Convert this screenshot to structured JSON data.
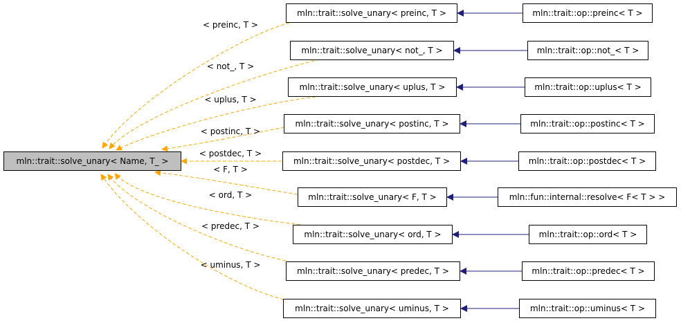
{
  "diagram": {
    "root": {
      "label": "mln::trait::solve_unary< Name, T_ >"
    },
    "colors": {
      "inherit_edge": "#f4a900",
      "inherit_arrowhead": "#ffa500",
      "use_edge": "#1f1f7a",
      "root_fill": "#bfbfbf"
    },
    "rows": [
      {
        "edge_label": "< preinc, T >",
        "specialization": "mln::trait::solve_unary< preinc, T >",
        "derived": "mln::trait::op::preinc< T >"
      },
      {
        "edge_label": "< not_, T >",
        "specialization": "mln::trait::solve_unary< not_, T >",
        "derived": "mln::trait::op::not_< T >"
      },
      {
        "edge_label": "< uplus, T >",
        "specialization": "mln::trait::solve_unary< uplus, T >",
        "derived": "mln::trait::op::uplus< T >"
      },
      {
        "edge_label": "< postinc, T >",
        "specialization": "mln::trait::solve_unary< postinc, T >",
        "derived": "mln::trait::op::postinc< T >"
      },
      {
        "edge_label": "< postdec, T >",
        "specialization": "mln::trait::solve_unary< postdec, T >",
        "derived": "mln::trait::op::postdec< T >"
      },
      {
        "edge_label": "< F, T >",
        "specialization": "mln::trait::solve_unary< F, T >",
        "derived": "mln::fun::internal::resolve< F< T > >"
      },
      {
        "edge_label": "< ord, T >",
        "specialization": "mln::trait::solve_unary< ord, T >",
        "derived": "mln::trait::op::ord< T >"
      },
      {
        "edge_label": "< predec, T >",
        "specialization": "mln::trait::solve_unary< predec, T >",
        "derived": "mln::trait::op::predec< T >"
      },
      {
        "edge_label": "< uminus, T >",
        "specialization": "mln::trait::solve_unary< uminus, T >",
        "derived": "mln::trait::op::uminus< T >"
      }
    ]
  }
}
